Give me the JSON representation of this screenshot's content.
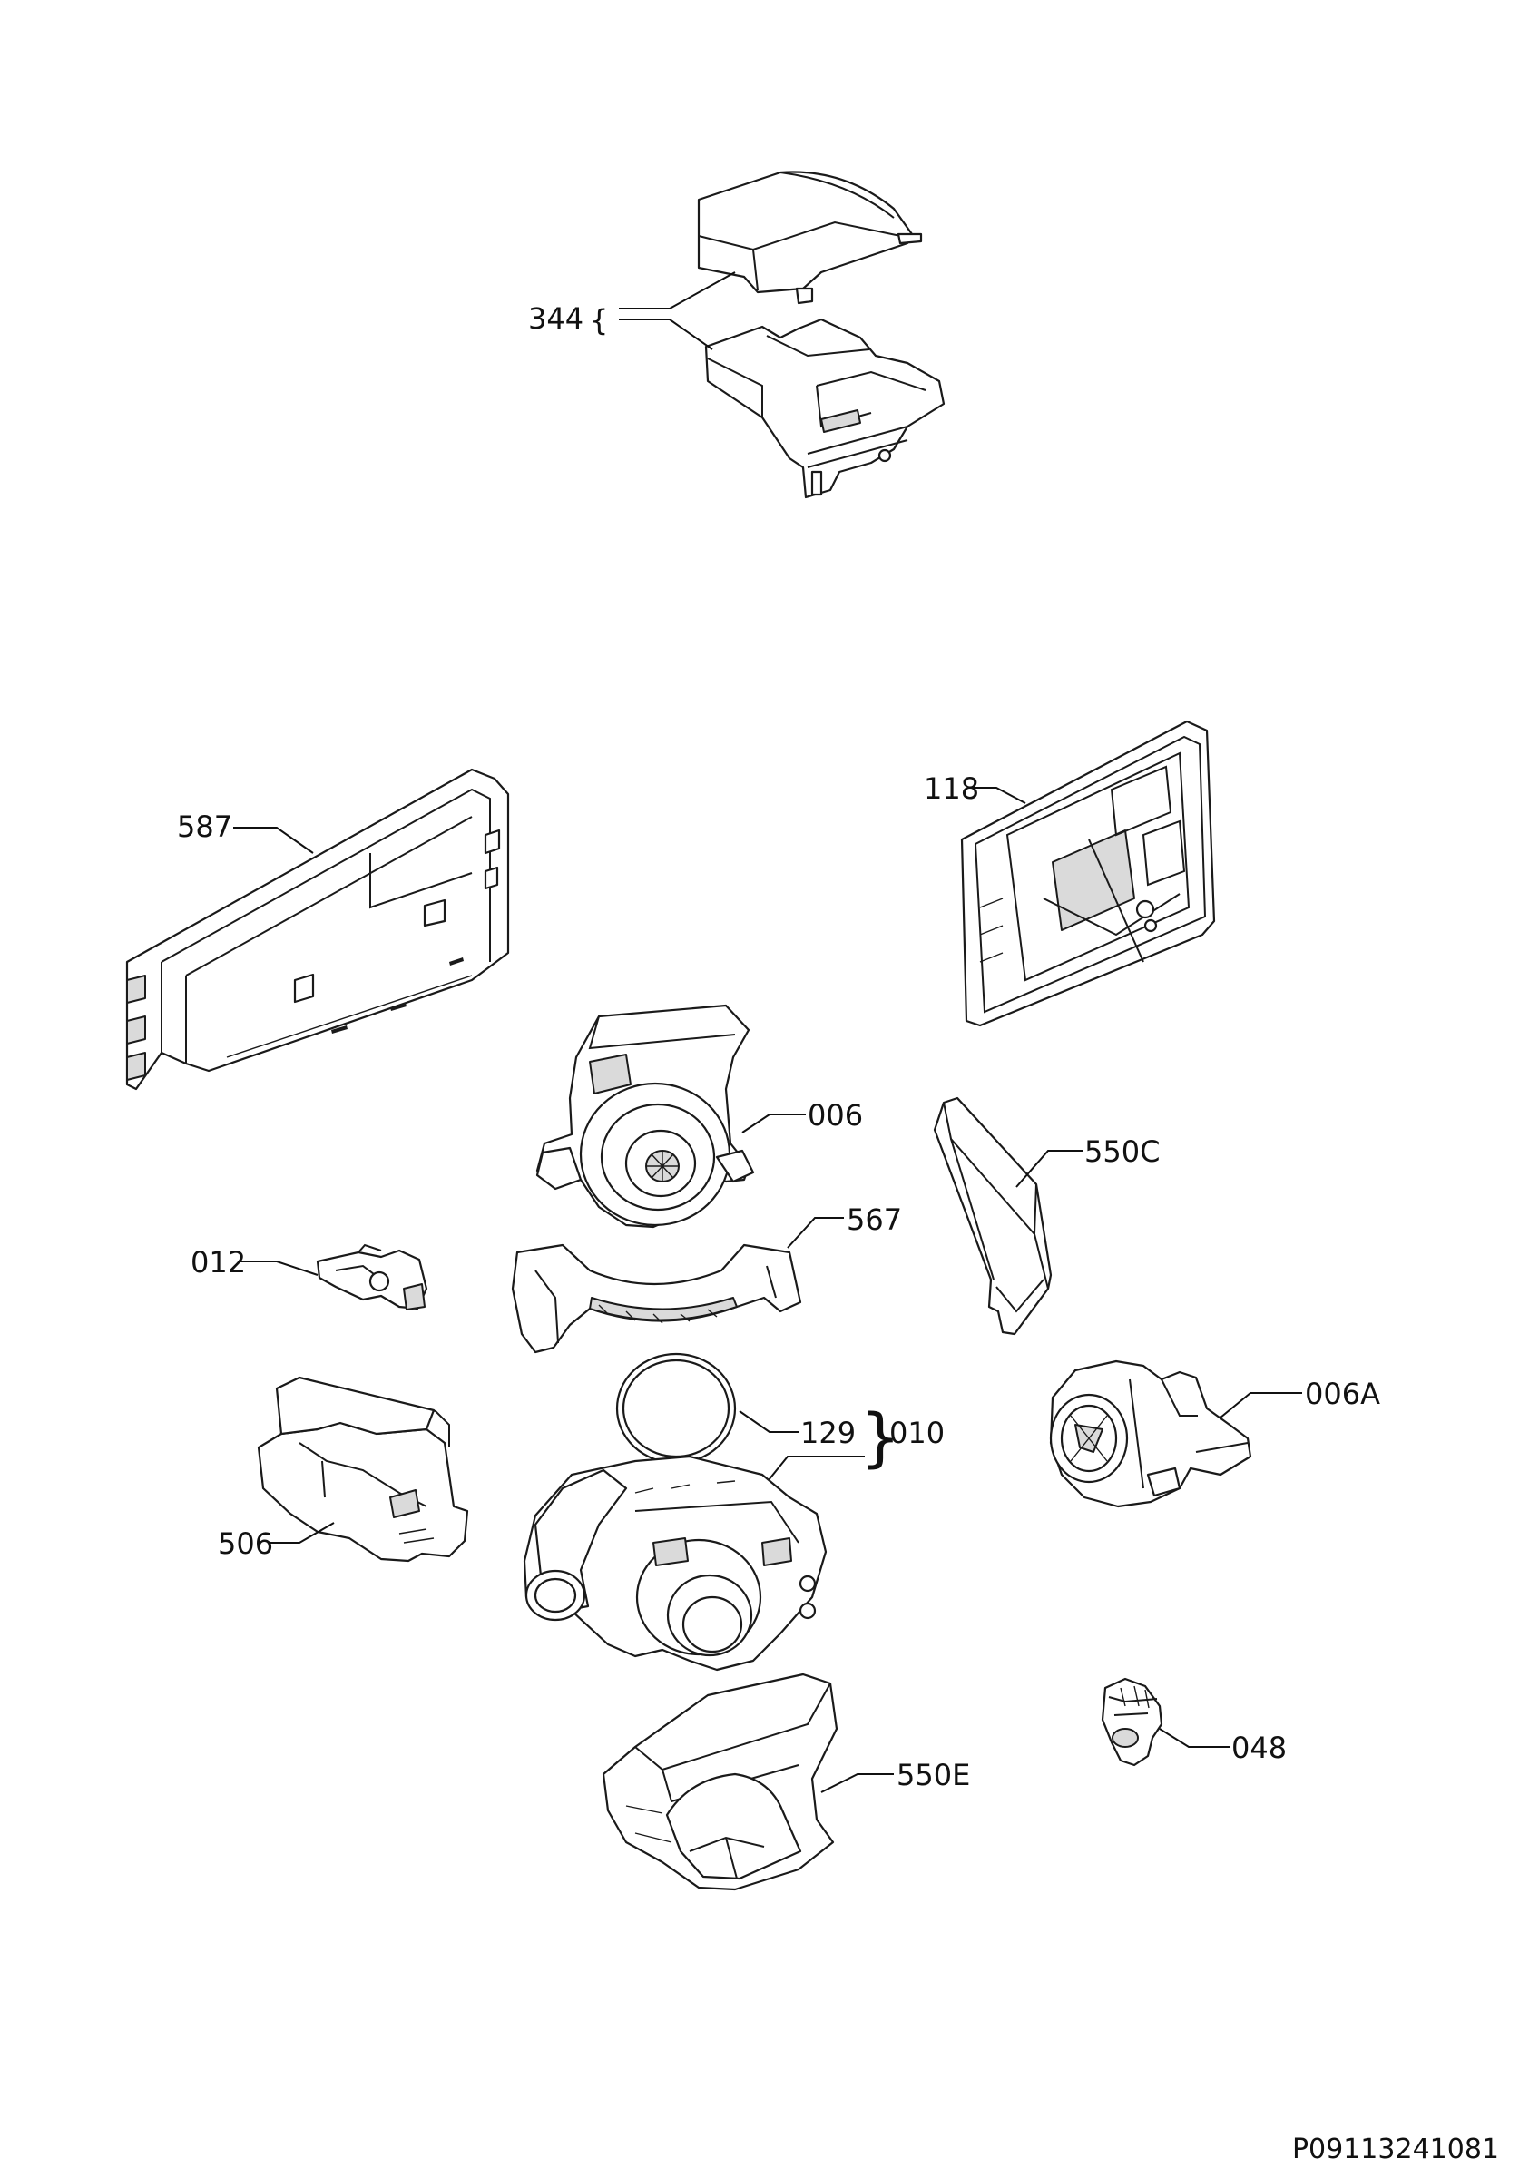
{
  "document_id": "P09113241081",
  "callouts": {
    "c344": "344",
    "brace344": "{",
    "c587": "587",
    "c118": "118",
    "c006": "006",
    "c550C": "550C",
    "c567": "567",
    "c012": "012",
    "c129": "129",
    "brace010": "}",
    "c010": "010",
    "c006A": "006A",
    "c506": "506",
    "c048": "048",
    "c550E": "550E"
  }
}
